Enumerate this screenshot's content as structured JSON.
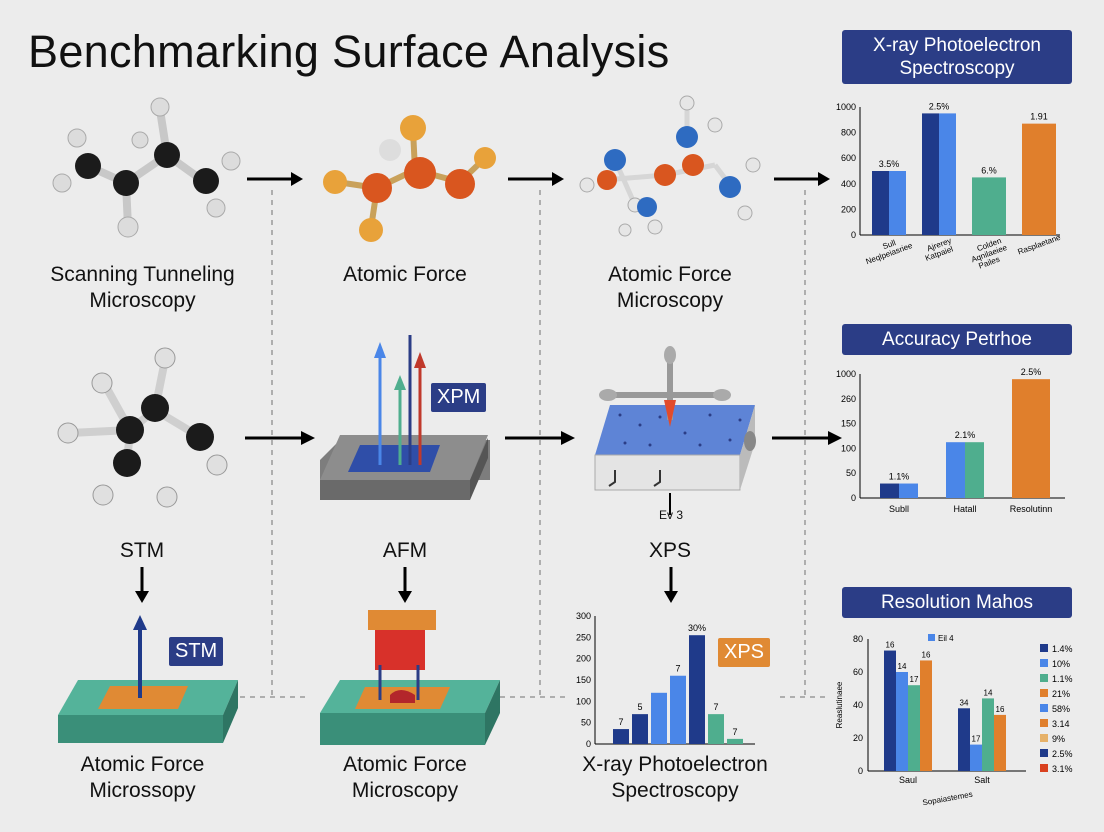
{
  "title": "Benchmarking Surface Analysis",
  "labels": {
    "row1": [
      "Scanning Tunneling\nMicroscopy",
      "Atomic Force",
      "Atomic Force\nMicroscopy"
    ],
    "row2": [
      "STM",
      "AFM",
      "XPS"
    ],
    "row3": [
      "Atomic Force\nMicrossopy",
      "Atomic Force\nMicroscopy",
      "X-ray Photoelectron\nSpectroscopy"
    ]
  },
  "badges": {
    "xpm": "XPM",
    "stm": "STM",
    "xps": "XPS"
  },
  "ev_label": "Ev 3",
  "colors": {
    "navy": "#2b3d86",
    "blue": "#4a86e8",
    "teal": "#4fae8e",
    "orange": "#e07f2c",
    "dark_blue": "#1f3a8a"
  },
  "chart_data": [
    {
      "type": "bar",
      "title": "X-ray Photoelectron\nSpectroscopy",
      "categories": [
        "Sull\nNeqlpeiasriee",
        "Ajrerey\nKatpaiel",
        "Colden\nAqnilaeiee\nPailes",
        "Rasplaetane"
      ],
      "ylim": [
        0,
        1000
      ],
      "yticks": [
        "0",
        "200",
        "400",
        "600",
        "800",
        "1000"
      ],
      "series_values": [
        500,
        950,
        450,
        870
      ],
      "paired": [
        true,
        true,
        false,
        false
      ],
      "data_labels": [
        "3.5%",
        "2.5%",
        "6.%",
        "1.91"
      ]
    },
    {
      "type": "bar",
      "title": "Accuracy Petrhoe",
      "categories": [
        "Subll",
        "Hatall",
        "Resolutinn"
      ],
      "ylim": [
        0,
        1000
      ],
      "yticks": [
        "0",
        "50",
        "100",
        "150",
        "260",
        "1000"
      ],
      "series_values": [
        28,
        108,
        230
      ],
      "data_labels": [
        "1.1%",
        "2.1%",
        "2.5%"
      ]
    },
    {
      "type": "bar",
      "title": "Resolution Mahos",
      "ylabel": "Reaslutinaee",
      "categories": [
        "Saul",
        "Salt"
      ],
      "category_sub": "Sopaiastemes",
      "ylim": [
        0,
        80
      ],
      "yticks": [
        "0",
        "20",
        "40",
        "60",
        "80"
      ],
      "legend_top": "Eil 4",
      "series": [
        {
          "values": [
            73,
            38
          ],
          "labels": [
            "16",
            "34"
          ]
        },
        {
          "values": [
            60,
            16
          ],
          "labels": [
            "14",
            "17"
          ]
        },
        {
          "values": [
            52,
            44
          ],
          "labels": [
            "17",
            "14"
          ]
        },
        {
          "values": [
            67,
            34
          ],
          "labels": [
            "16",
            "16"
          ]
        }
      ],
      "legend": [
        "1.4%",
        "10%",
        "1.1%",
        "21%",
        "58%",
        "3.14",
        "9%",
        "2.5%",
        "3.1%"
      ]
    },
    {
      "type": "bar",
      "title": "",
      "ylim": [
        0,
        300
      ],
      "yticks": [
        "0",
        "50",
        "100",
        "150",
        "200",
        "250",
        "300"
      ],
      "values": [
        35,
        70,
        120,
        160,
        255,
        70,
        12
      ],
      "data_labels": [
        "7",
        "5",
        "",
        "7",
        "30%",
        "7",
        "7"
      ]
    }
  ]
}
